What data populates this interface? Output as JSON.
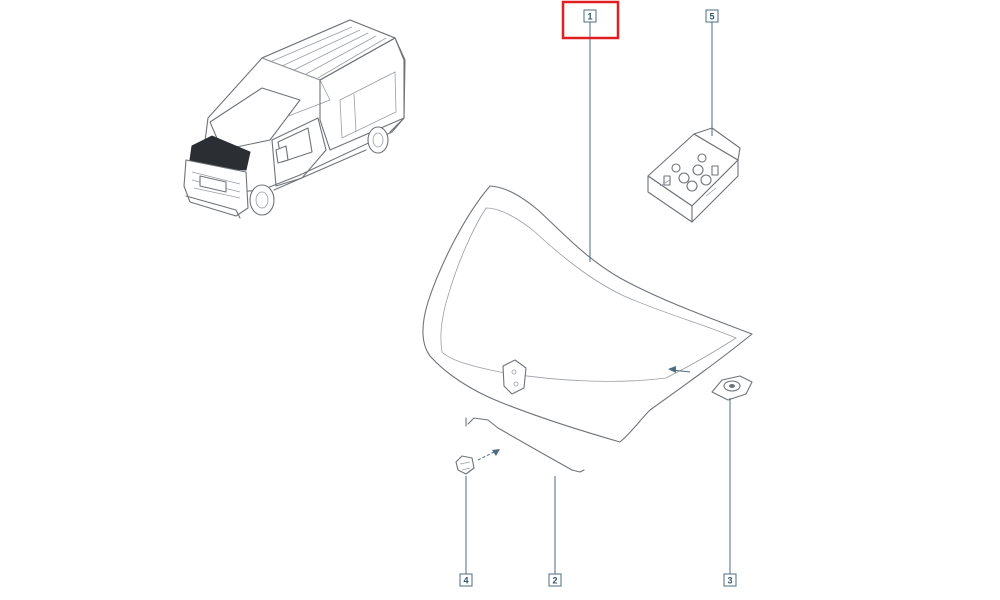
{
  "colors": {
    "highlight": "#e02020",
    "callout_stroke": "#4e6d80",
    "callout_text": "#33566b",
    "part_outline": "#6f7378"
  },
  "callouts": {
    "part_1": "1",
    "part_2": "2",
    "part_3": "3",
    "part_4": "4",
    "part_5": "5"
  },
  "highlighted_callout": "1"
}
